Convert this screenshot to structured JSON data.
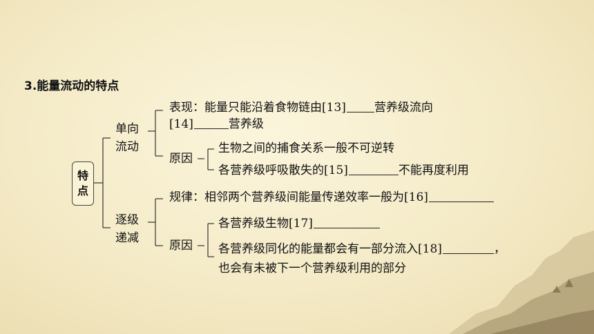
{
  "heading": "3.能量流动的特点",
  "root": {
    "line1": "特",
    "line2": "点"
  },
  "branch1": {
    "label_line1": "单向",
    "label_line2": "流动",
    "biaoxian": {
      "prefix": "表现：能量只能沿着食物链由[13]",
      "middle": "营养级流向",
      "line2_prefix": "[14]",
      "line2_suffix": "营养级"
    },
    "yuanyin": {
      "label": "原因",
      "item1": "生物之间的捕食关系一般不可逆转",
      "item2_prefix": "各营养级呼吸散失的[15]",
      "item2_suffix": "不能再度利用"
    }
  },
  "branch2": {
    "label_line1": "逐级",
    "label_line2": "递减",
    "guilv": {
      "prefix": "规律：相邻两个营养级间能量传递效率一般为[16]"
    },
    "yuanyin": {
      "label": "原因",
      "item1_prefix": "各营养级生物[17]",
      "item2_prefix": "各营养级同化的能量都会有一部分流入[18]",
      "item2_suffix": "，",
      "item2_line2": "也会有未被下一个营养级利用的部分"
    }
  }
}
